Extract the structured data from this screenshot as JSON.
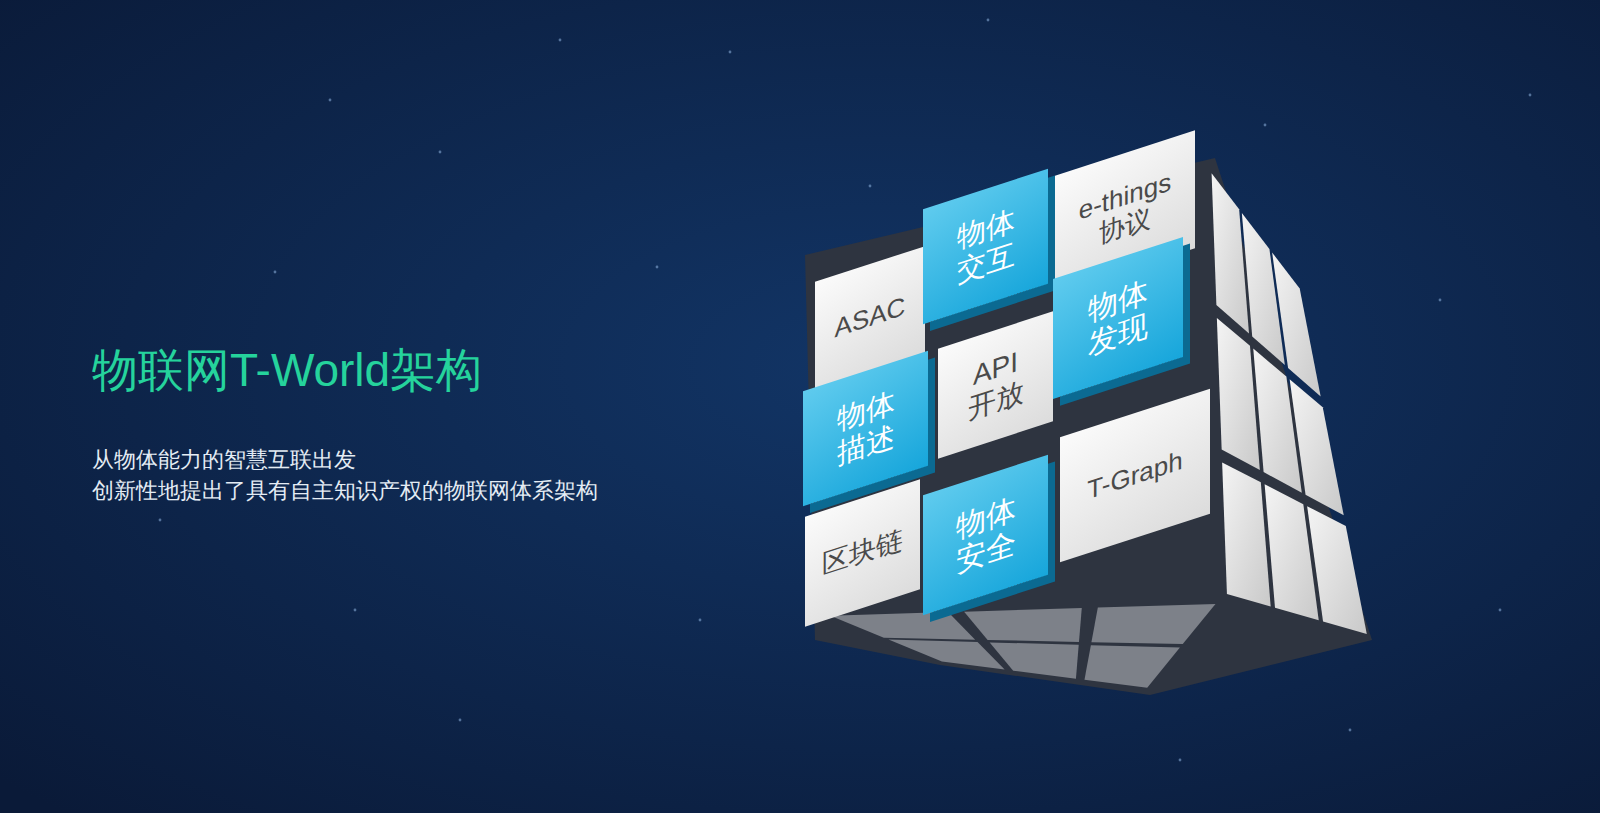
{
  "diagram": {
    "title": "物联网T-World架构",
    "caption": "从物体能力的智慧互联出发 创新性地提出了具有自主知识产权的物联网体系架构",
    "nodes": [
      {
        "text": [
          "物体 交互"
        ]
      },
      {
        "text": [
          "e-things 协议"
        ]
      },
      {
        "text": [
          "ASAC"
        ]
      },
      {
        "text": [
          "物体 发现"
        ]
      },
      {
        "text": [
          "API 开放"
        ]
      },
      {
        "text": [
          "物体 描述"
        ]
      },
      {
        "text": [
          "T-Graph"
        ]
      },
      {
        "text": [
          "区块链"
        ]
      },
      {
        "text": [
          "物体 安全"
        ]
      }
    ]
  }
}
